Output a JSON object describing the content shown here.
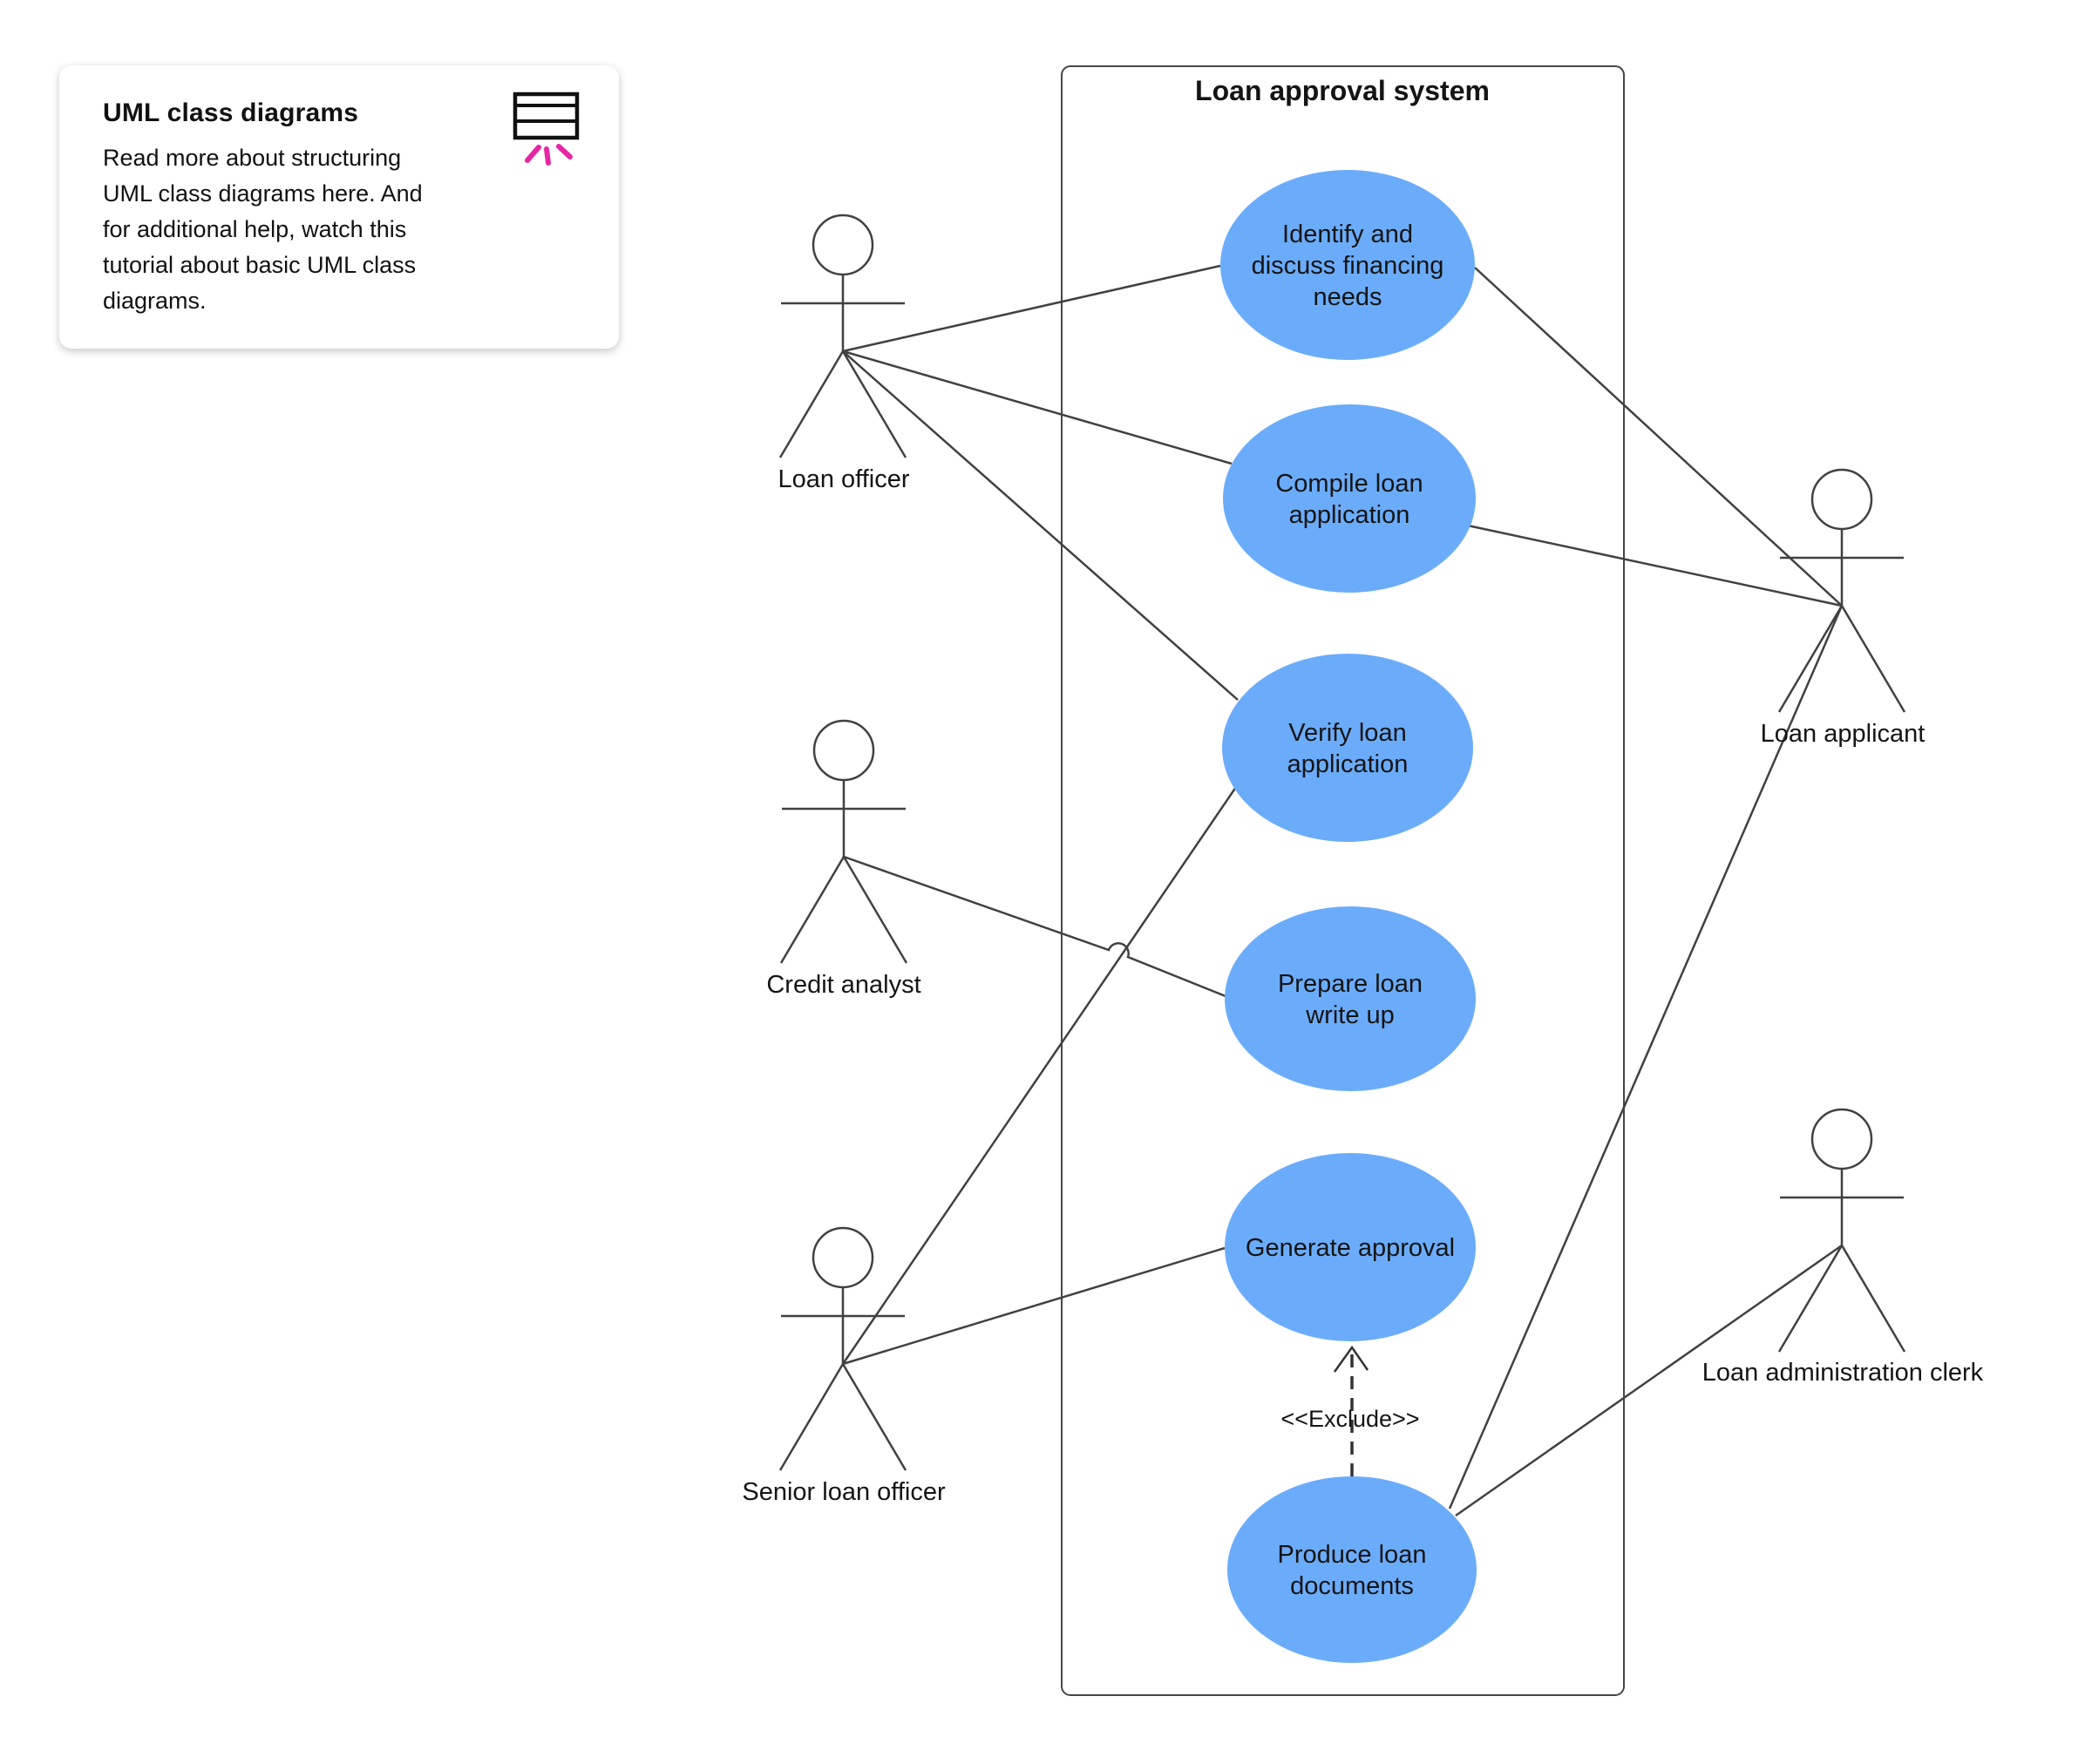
{
  "note_card": {
    "title": "UML class diagrams",
    "body_lines": [
      "Read more about structuring",
      "UML class diagrams here. And",
      "for additional help, watch this",
      "tutorial about basic UML class",
      "diagrams."
    ],
    "icon": "uml-class-box-icon"
  },
  "system": {
    "title": "Loan approval system"
  },
  "use_cases": {
    "identify": {
      "lines": [
        "Identify and",
        "discuss financing",
        "needs"
      ]
    },
    "compile": {
      "lines": [
        "Compile loan",
        "application"
      ]
    },
    "verify": {
      "lines": [
        "Verify loan",
        "application"
      ]
    },
    "prepare": {
      "lines": [
        "Prepare loan",
        "write up"
      ]
    },
    "generate": {
      "lines": [
        "Generate approval"
      ]
    },
    "produce": {
      "lines": [
        "Produce loan",
        "documents"
      ]
    }
  },
  "actors": {
    "loan_officer": {
      "label": "Loan officer"
    },
    "credit_analyst": {
      "label": "Credit analyst"
    },
    "senior_loan_officer": {
      "label": "Senior loan officer"
    },
    "loan_applicant": {
      "label": "Loan applicant"
    },
    "loan_admin_clerk": {
      "label": "Loan administration clerk"
    }
  },
  "relationships": {
    "exclude_label": "<<Exclude>>"
  },
  "colors": {
    "use_case_fill": "#6BACFA",
    "line": "#414141",
    "accent_pink": "#E627A4",
    "background": "#FFFFFF"
  }
}
